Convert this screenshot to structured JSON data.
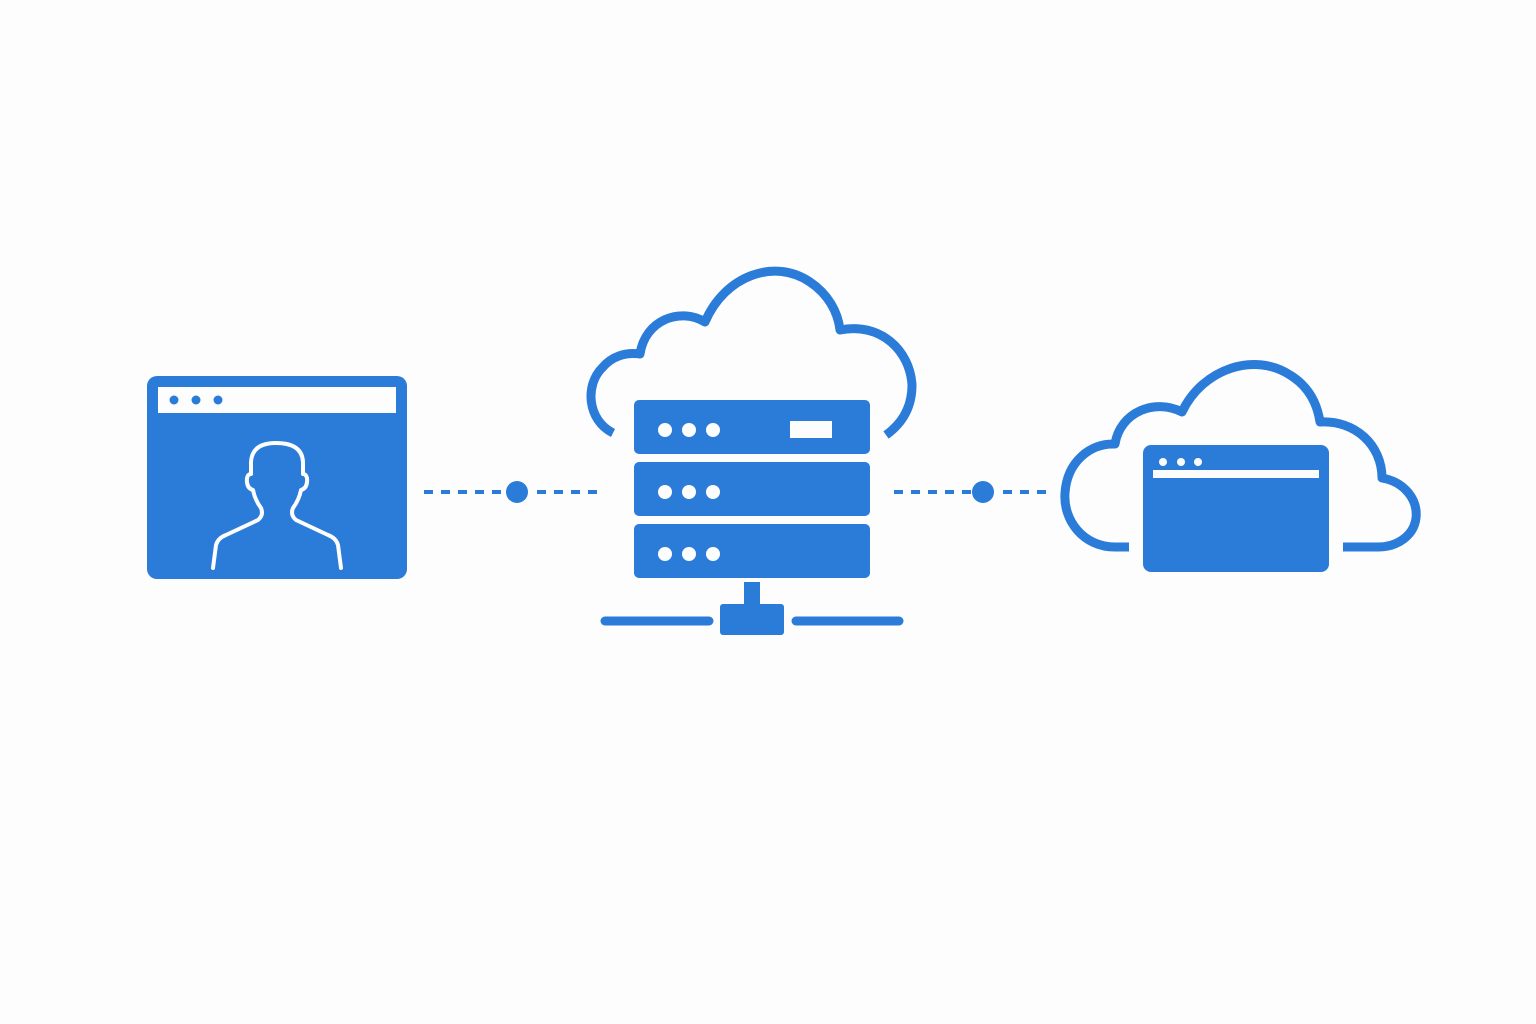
{
  "colors": {
    "accent": "#2b7cd9",
    "background": "#fdfdfd"
  },
  "nodes": [
    {
      "id": "user-browser",
      "icon": "user-browser-window-icon"
    },
    {
      "id": "cloud-server",
      "icon": "cloud-server-rack-icon"
    },
    {
      "id": "cloud-app",
      "icon": "cloud-application-window-icon"
    }
  ],
  "connections": [
    {
      "from": "user-browser",
      "to": "cloud-server",
      "style": "dotted"
    },
    {
      "from": "cloud-server",
      "to": "cloud-app",
      "style": "dotted"
    }
  ],
  "server_rack": {
    "units": 3,
    "leds_per_unit": 3
  }
}
